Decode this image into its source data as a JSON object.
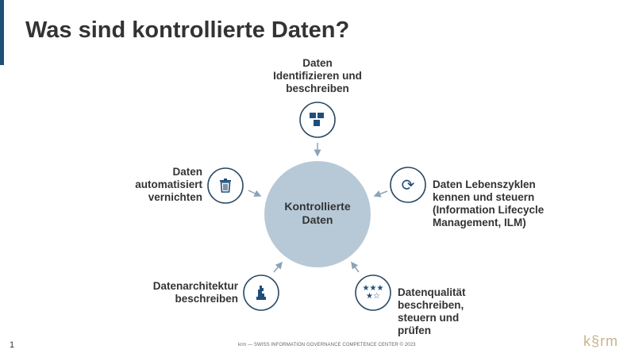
{
  "title": "Was sind kontrollierte Daten?",
  "center": {
    "line1": "Kontrollierte",
    "line2": "Daten"
  },
  "items": [
    {
      "lines": [
        "Daten",
        "Identifizieren und",
        "beschreiben"
      ],
      "icon": "cubes-icon"
    },
    {
      "lines": [
        "Daten Lebenszyklen",
        "kennen und  steuern",
        "(Information Lifecycle",
        "Management, ILM)"
      ],
      "icon": "refresh-icon"
    },
    {
      "lines": [
        "Datenqualität",
        "beschreiben,",
        "steuern und",
        "prüfen"
      ],
      "icon": "stars-icon"
    },
    {
      "lines": [
        "Datenarchitektur",
        "beschreiben"
      ],
      "icon": "architecture-icon"
    },
    {
      "lines": [
        "Daten",
        "automatisiert",
        "vernichten"
      ],
      "icon": "trash-icon"
    }
  ],
  "footer": {
    "page": "1",
    "text": "krm — SWISS INFORMATION GOVERNANCE COMPETENCE CENTER © 2023",
    "logo": "k§rm"
  },
  "colors": {
    "accent": "#1f4e79",
    "center": "#b7c9d7",
    "arrow": "#8aa3b8"
  }
}
